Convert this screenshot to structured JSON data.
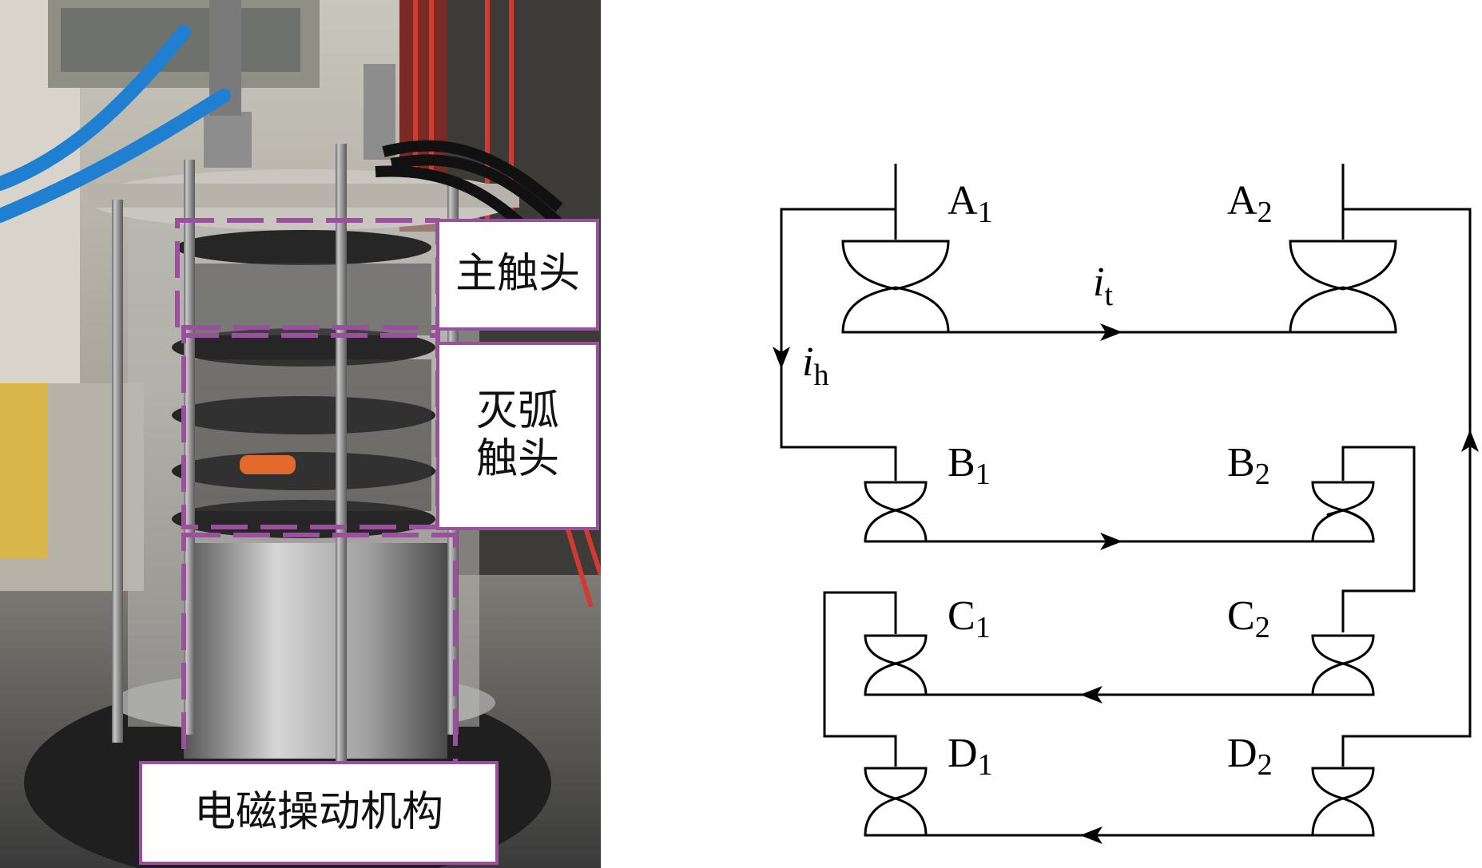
{
  "photo": {
    "labels": {
      "main_contact": "主触头",
      "arc_contact": "灭弧\n触头",
      "mechanism": "电磁操动机构"
    },
    "colors": {
      "annotation": "#9b4f9e"
    }
  },
  "schematic": {
    "contacts": [
      {
        "id": "A1",
        "letter": "A",
        "sub": "1"
      },
      {
        "id": "A2",
        "letter": "A",
        "sub": "2"
      },
      {
        "id": "B1",
        "letter": "B",
        "sub": "1"
      },
      {
        "id": "B2",
        "letter": "B",
        "sub": "2"
      },
      {
        "id": "C1",
        "letter": "C",
        "sub": "1"
      },
      {
        "id": "C2",
        "letter": "C",
        "sub": "2"
      },
      {
        "id": "D1",
        "letter": "D",
        "sub": "1"
      },
      {
        "id": "D2",
        "letter": "D",
        "sub": "2"
      }
    ],
    "currents": {
      "it": {
        "symbol": "i",
        "sub": "t"
      },
      "ih": {
        "symbol": "i",
        "sub": "h"
      }
    }
  }
}
